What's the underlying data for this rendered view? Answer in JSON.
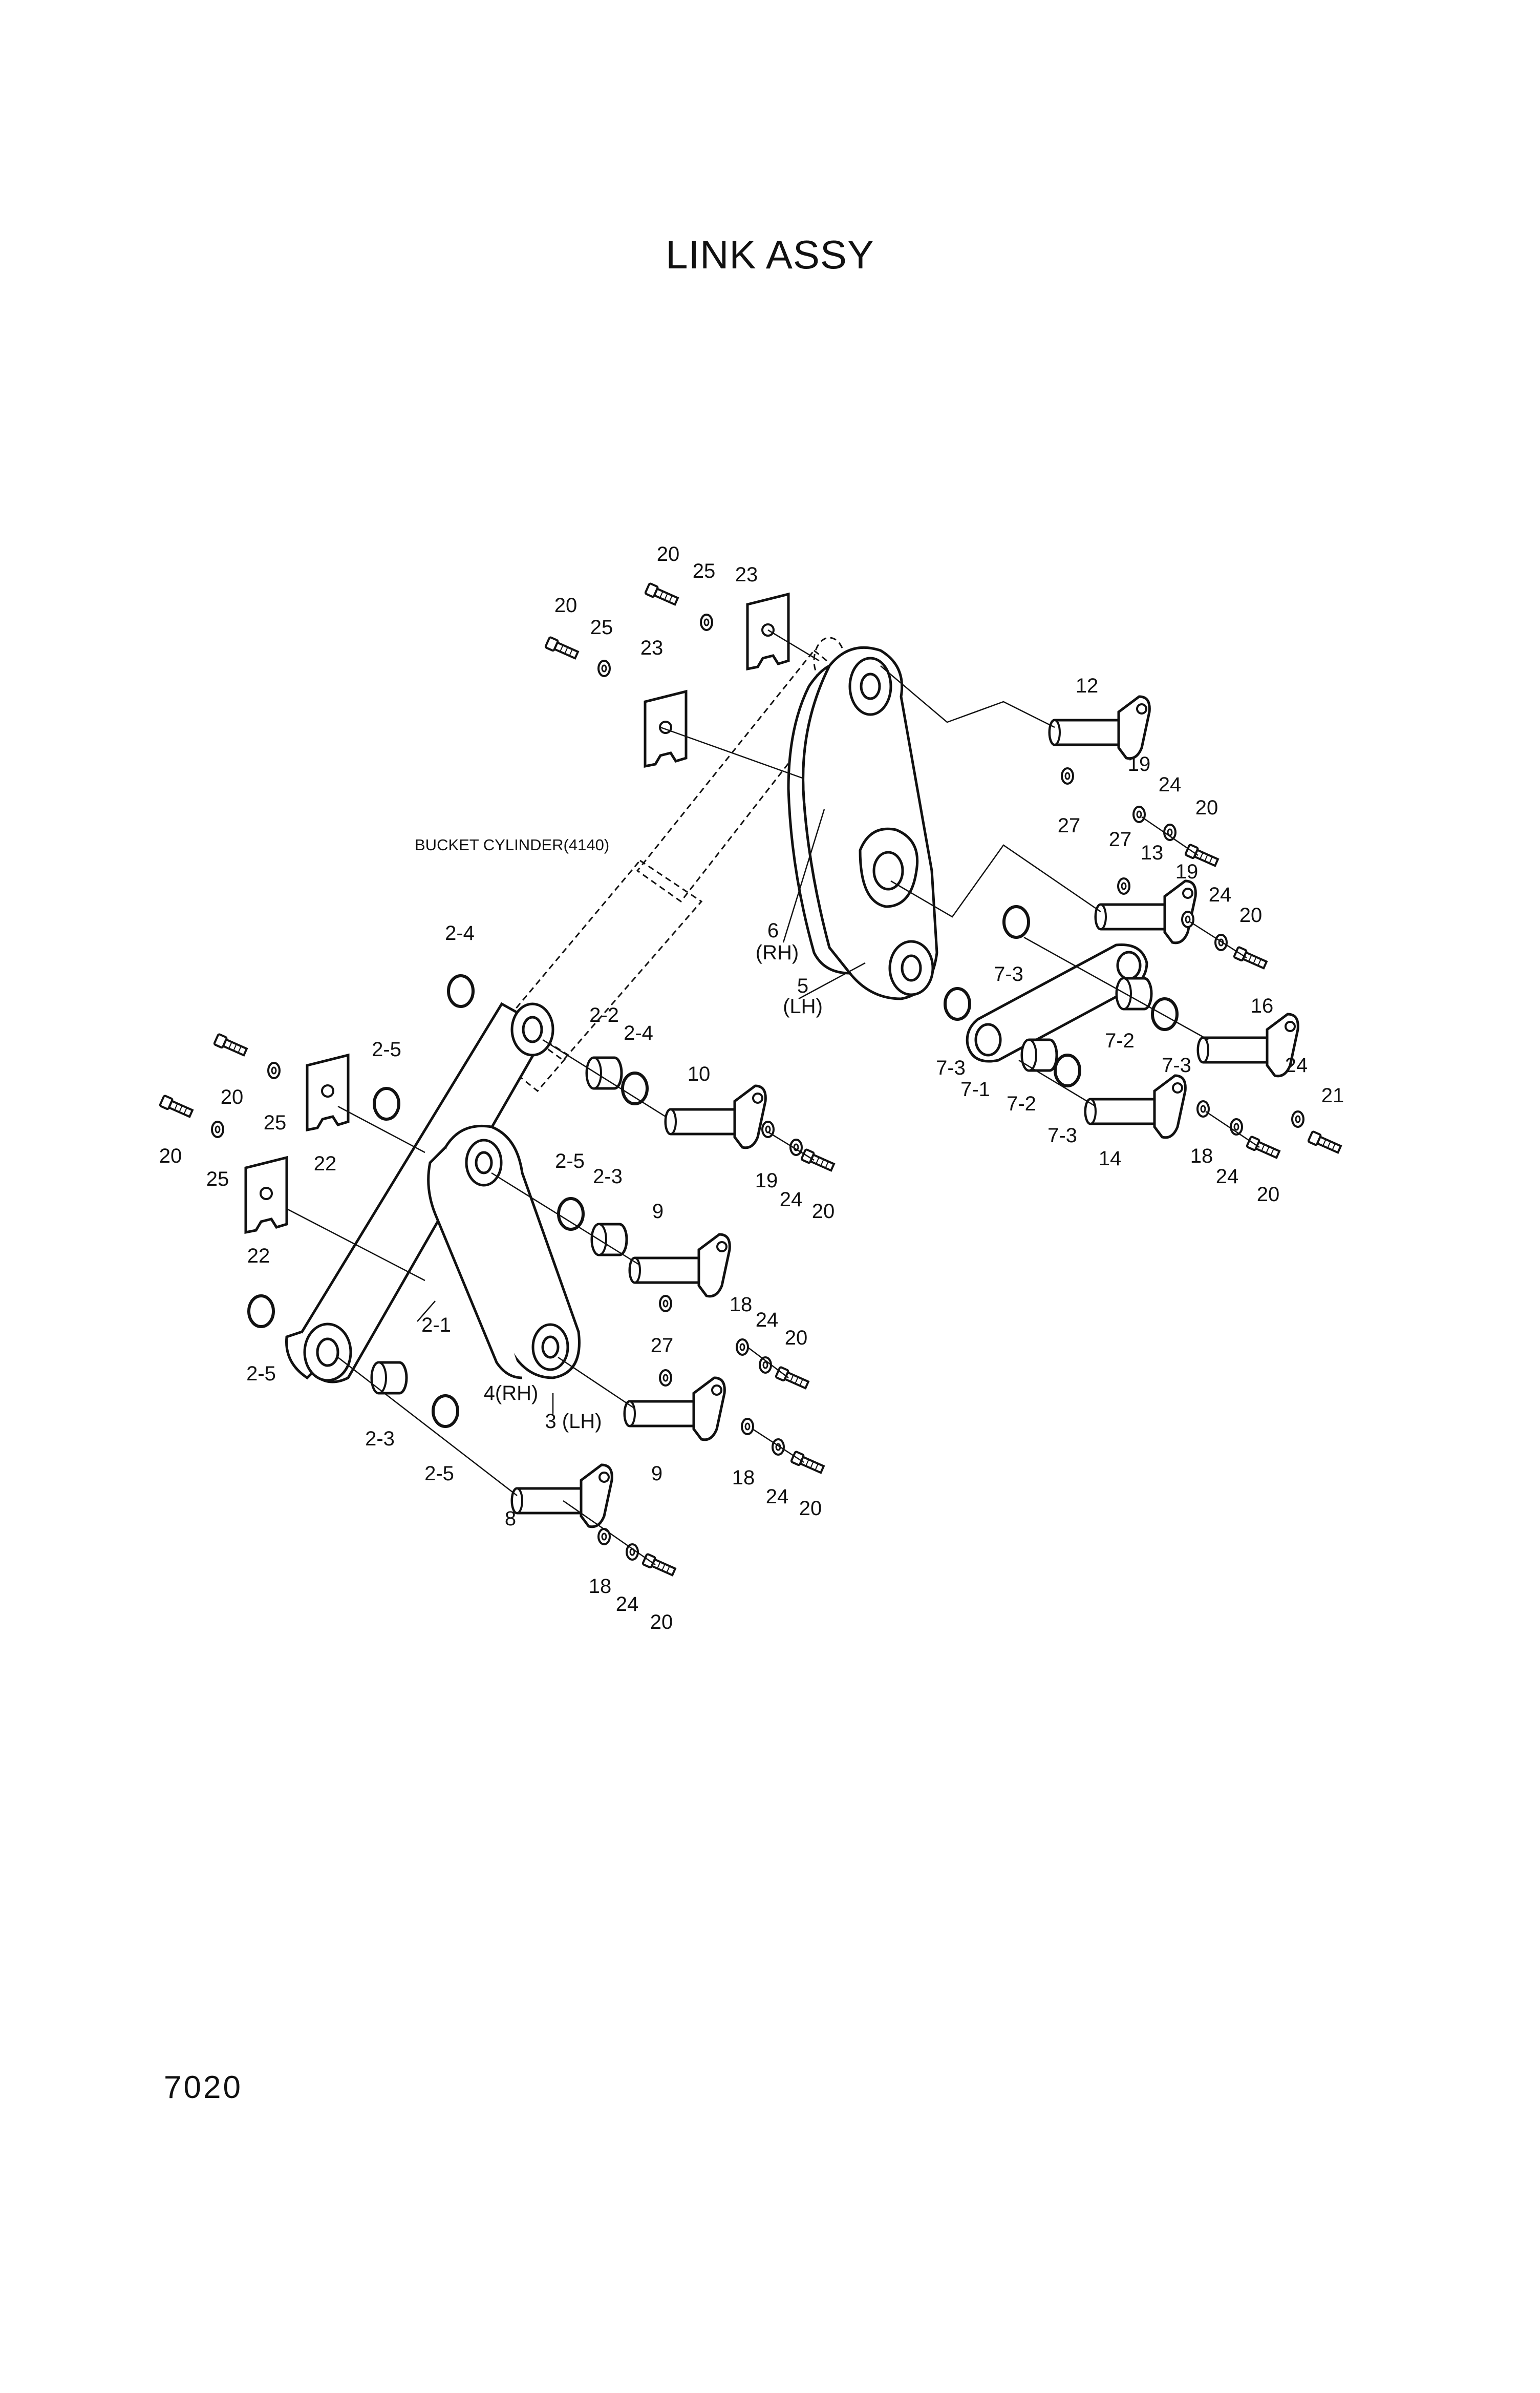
{
  "title": "LINK ASSY",
  "page_number": "7020",
  "cylinder_note": "BUCKET CYLINDER(4140)",
  "callouts": [
    {
      "id": "c01",
      "text": "20"
    },
    {
      "id": "c02",
      "text": "25"
    },
    {
      "id": "c03",
      "text": "23"
    },
    {
      "id": "c04",
      "text": "20"
    },
    {
      "id": "c05",
      "text": "25"
    },
    {
      "id": "c06",
      "text": "23"
    },
    {
      "id": "c07",
      "text": "12"
    },
    {
      "id": "c08",
      "text": "19"
    },
    {
      "id": "c09",
      "text": "24"
    },
    {
      "id": "c10",
      "text": "27"
    },
    {
      "id": "c11",
      "text": "20"
    },
    {
      "id": "c12",
      "text": "27"
    },
    {
      "id": "c13",
      "text": "13"
    },
    {
      "id": "c14",
      "text": "19"
    },
    {
      "id": "c15",
      "text": "24"
    },
    {
      "id": "c16",
      "text": "20"
    },
    {
      "id": "c17",
      "text": "6"
    },
    {
      "id": "c18",
      "text": "(RH)"
    },
    {
      "id": "c19",
      "text": "5"
    },
    {
      "id": "c20",
      "text": "(LH)"
    },
    {
      "id": "c21",
      "text": "7-3"
    },
    {
      "id": "c22",
      "text": "16"
    },
    {
      "id": "c23",
      "text": "7-2"
    },
    {
      "id": "c24",
      "text": "7-3"
    },
    {
      "id": "c25",
      "text": "7-3"
    },
    {
      "id": "c26",
      "text": "7-1"
    },
    {
      "id": "c27",
      "text": "7-2"
    },
    {
      "id": "c28",
      "text": "24"
    },
    {
      "id": "c29",
      "text": "21"
    },
    {
      "id": "c30",
      "text": "7-3"
    },
    {
      "id": "c31",
      "text": "14"
    },
    {
      "id": "c32",
      "text": "18"
    },
    {
      "id": "c33",
      "text": "24"
    },
    {
      "id": "c34",
      "text": "20"
    },
    {
      "id": "c35",
      "text": "2-4"
    },
    {
      "id": "c36",
      "text": "2-2"
    },
    {
      "id": "c37",
      "text": "2-4"
    },
    {
      "id": "c38",
      "text": "10"
    },
    {
      "id": "c39",
      "text": "19"
    },
    {
      "id": "c40",
      "text": "24"
    },
    {
      "id": "c41",
      "text": "20"
    },
    {
      "id": "c42",
      "text": "20"
    },
    {
      "id": "c43",
      "text": "2-5"
    },
    {
      "id": "c44",
      "text": "25"
    },
    {
      "id": "c45",
      "text": "22"
    },
    {
      "id": "c46",
      "text": "20"
    },
    {
      "id": "c47",
      "text": "25"
    },
    {
      "id": "c48",
      "text": "22"
    },
    {
      "id": "c49",
      "text": "2-5"
    },
    {
      "id": "c50",
      "text": "2-3"
    },
    {
      "id": "c51",
      "text": "9"
    },
    {
      "id": "c52",
      "text": "18"
    },
    {
      "id": "c53",
      "text": "24"
    },
    {
      "id": "c54",
      "text": "20"
    },
    {
      "id": "c55",
      "text": "27"
    },
    {
      "id": "c56",
      "text": "2-1"
    },
    {
      "id": "c57",
      "text": "2-5"
    },
    {
      "id": "c58",
      "text": "4(RH)"
    },
    {
      "id": "c59",
      "text": "3 (LH)"
    },
    {
      "id": "c60",
      "text": "9"
    },
    {
      "id": "c61",
      "text": "18"
    },
    {
      "id": "c62",
      "text": "24"
    },
    {
      "id": "c63",
      "text": "20"
    },
    {
      "id": "c64",
      "text": "2-3"
    },
    {
      "id": "c65",
      "text": "2-5"
    },
    {
      "id": "c66",
      "text": "8"
    },
    {
      "id": "c67",
      "text": "18"
    },
    {
      "id": "c68",
      "text": "24"
    },
    {
      "id": "c69",
      "text": "20"
    }
  ]
}
